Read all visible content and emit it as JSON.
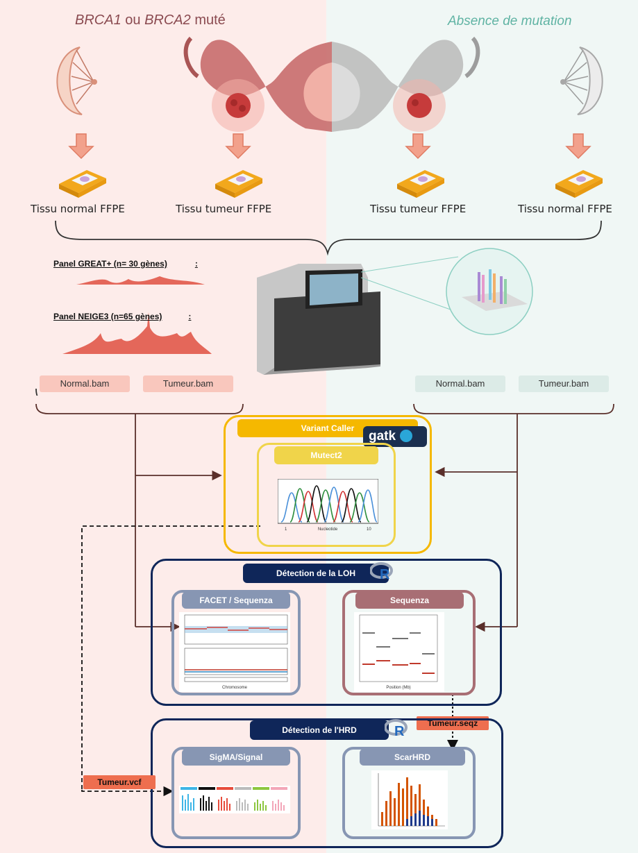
{
  "headers": {
    "left_title_gene1": "BRCA1",
    "left_title_or": " ou ",
    "left_title_gene2": "BRCA2",
    "left_title_suffix": " muté",
    "right_title": "Absence de mutation"
  },
  "samples": [
    {
      "label": "Tissu normal FFPE"
    },
    {
      "label": "Tissu tumeur FFPE"
    },
    {
      "label": "Tissu tumeur FFPE"
    },
    {
      "label": "Tissu normal FFPE"
    }
  ],
  "panels": [
    {
      "label": "Panel GREAT+ (n= 30 gènes)",
      "suffix": ":"
    },
    {
      "label": "Panel NEIGE3 (n=65 gènes)",
      "suffix": ":"
    }
  ],
  "bam_files": {
    "left_normal": "Normal.bam",
    "left_tumor": "Tumeur.bam",
    "right_normal": "Normal.bam",
    "right_tumor": "Tumeur.bam"
  },
  "variant_caller": {
    "title": "Variant Caller",
    "logo_text": "gatk",
    "tool": "Mutect2",
    "chromatogram_x_start": "1",
    "chromatogram_x_end": "10",
    "chromatogram_xlabel": "Nucleotide"
  },
  "loh": {
    "title": "Détection de la LOH",
    "left_tool": "FACET / Sequenza",
    "right_tool": "Sequenza",
    "left_xlabel": "Chromosome",
    "right_xlabel": "Position (Mb)"
  },
  "hrd": {
    "title": "Détection de l'HRD",
    "left_tool": "SigMA/Signal",
    "right_tool": "ScarHRD"
  },
  "files": {
    "seqz": "Tumeur.seqz",
    "vcf": "Tumeur.vcf"
  },
  "colors": {
    "left_bg": "#fdecea",
    "right_bg": "#f0f7f5",
    "variant_caller": "#f5b800",
    "mutect": "#f0d44a",
    "navy": "#0f2659",
    "slate": "#8796b3",
    "mauve": "#a86e74",
    "file_tag": "#ee6e4f"
  }
}
